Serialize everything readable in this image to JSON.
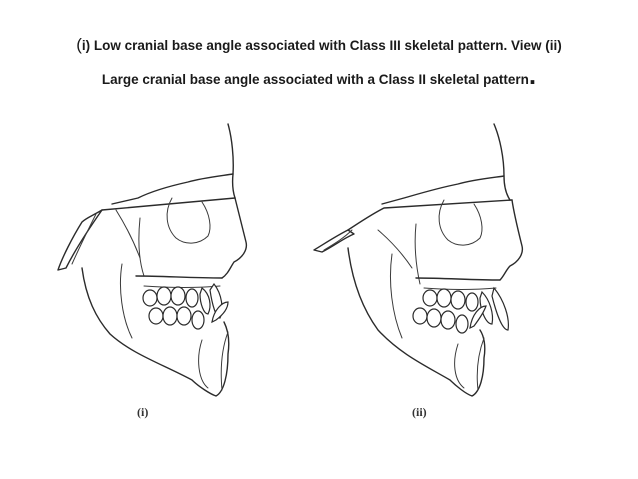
{
  "caption": {
    "open_paren": "(",
    "line1_rest": "i) Low cranial base angle associated with Class III skeletal pattern. View (ii)",
    "line2_text": "Large cranial base angle associated with a Class II skeletal pattern",
    "line2_end": "."
  },
  "panels": [
    {
      "label": "(i)"
    },
    {
      "label": "(ii)"
    }
  ]
}
